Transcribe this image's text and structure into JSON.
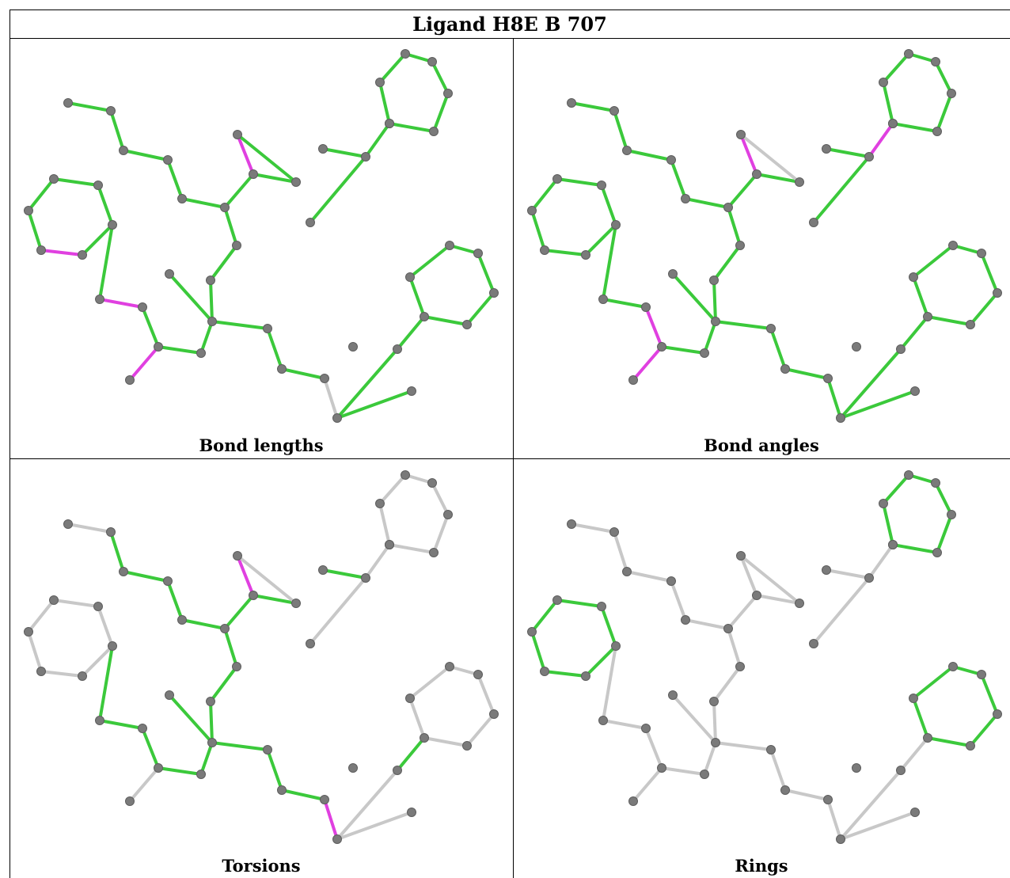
{
  "title": "Ligand H8E B 707",
  "colors": {
    "ok": "#3bc93b",
    "outlier": "#e040e0",
    "neutral": "#c8c8c8",
    "atom": "#7a7a7a"
  },
  "panels": [
    {
      "caption": "Bond lengths",
      "magenta": [
        [
          7,
          8
        ],
        [
          19,
          20
        ],
        [
          25,
          26
        ],
        [
          27,
          28
        ],
        [
          33,
          34
        ],
        [
          34,
          35
        ]
      ],
      "grey": [
        [
          8,
          10
        ],
        [
          30,
          31
        ]
      ]
    },
    {
      "caption": "Bond angles",
      "magenta": [
        [
          7,
          8
        ],
        [
          9,
          13
        ],
        [
          12,
          13
        ],
        [
          26,
          27
        ],
        [
          27,
          28
        ]
      ],
      "grey": [
        [
          8,
          9
        ],
        [
          32,
          34
        ],
        [
          34,
          35
        ]
      ]
    },
    {
      "caption": "Torsions",
      "magenta": [
        [
          7,
          8
        ],
        [
          8,
          10
        ],
        [
          30,
          31
        ]
      ],
      "grey": [
        [
          0,
          1
        ],
        [
          8,
          9
        ],
        [
          10,
          12
        ],
        [
          12,
          13
        ],
        [
          12,
          16
        ],
        [
          19,
          20
        ],
        [
          20,
          21
        ],
        [
          21,
          22
        ],
        [
          22,
          23
        ],
        [
          23,
          24
        ],
        [
          24,
          19
        ],
        [
          27,
          28
        ],
        [
          31,
          33
        ],
        [
          31,
          34
        ],
        [
          35,
          36
        ],
        [
          36,
          37
        ],
        [
          37,
          38
        ],
        [
          38,
          39
        ],
        [
          39,
          40
        ],
        [
          40,
          35
        ],
        [
          41,
          42
        ],
        [
          42,
          43
        ],
        [
          43,
          44
        ],
        [
          44,
          45
        ],
        [
          45,
          46
        ],
        [
          46,
          41
        ]
      ]
    },
    {
      "caption": "Rings",
      "magenta": [],
      "green": [
        [
          19,
          20
        ],
        [
          20,
          21
        ],
        [
          21,
          22
        ],
        [
          22,
          23
        ],
        [
          23,
          24
        ],
        [
          24,
          19
        ],
        [
          35,
          36
        ],
        [
          36,
          37
        ],
        [
          37,
          38
        ],
        [
          38,
          39
        ],
        [
          39,
          40
        ],
        [
          40,
          35
        ],
        [
          41,
          42
        ],
        [
          42,
          43
        ],
        [
          43,
          44
        ],
        [
          44,
          45
        ],
        [
          45,
          46
        ],
        [
          46,
          41
        ]
      ]
    }
  ]
}
